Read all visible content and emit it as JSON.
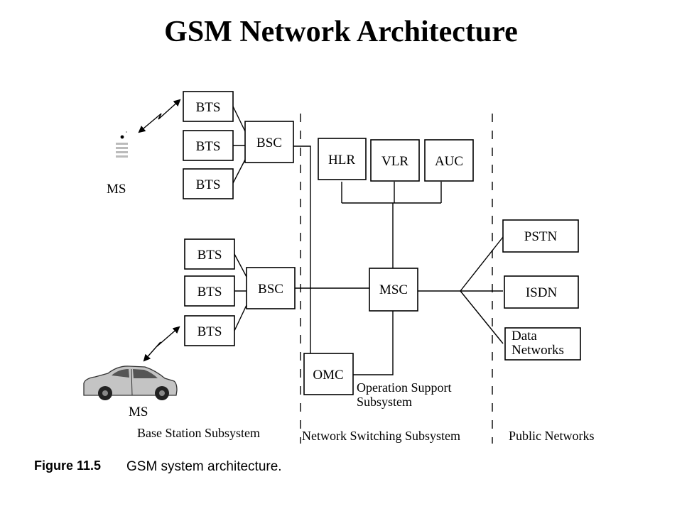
{
  "title": "GSM Network Architecture",
  "nodes": {
    "bts_1": "BTS",
    "bts_2": "BTS",
    "bts_3": "BTS",
    "bts_4": "BTS",
    "bts_5": "BTS",
    "bts_6": "BTS",
    "bsc_top": "BSC",
    "bsc_bottom": "BSC",
    "hlr": "HLR",
    "vlr": "VLR",
    "auc": "AUC",
    "msc": "MSC",
    "omc": "OMC",
    "pstn": "PSTN",
    "isdn": "ISDN",
    "data_networks_line1": "Data",
    "data_networks_line2": "Networks"
  },
  "mobile_stations": {
    "handset": "MS",
    "car": "MS"
  },
  "oss_label": {
    "line1": "Operation Support",
    "line2": "Subsystem"
  },
  "subsystems": {
    "bss": "Base Station Subsystem",
    "nss": "Network Switching Subsystem",
    "public": "Public Networks"
  },
  "caption": {
    "label": "Figure 11.5",
    "text": "GSM system architecture."
  }
}
